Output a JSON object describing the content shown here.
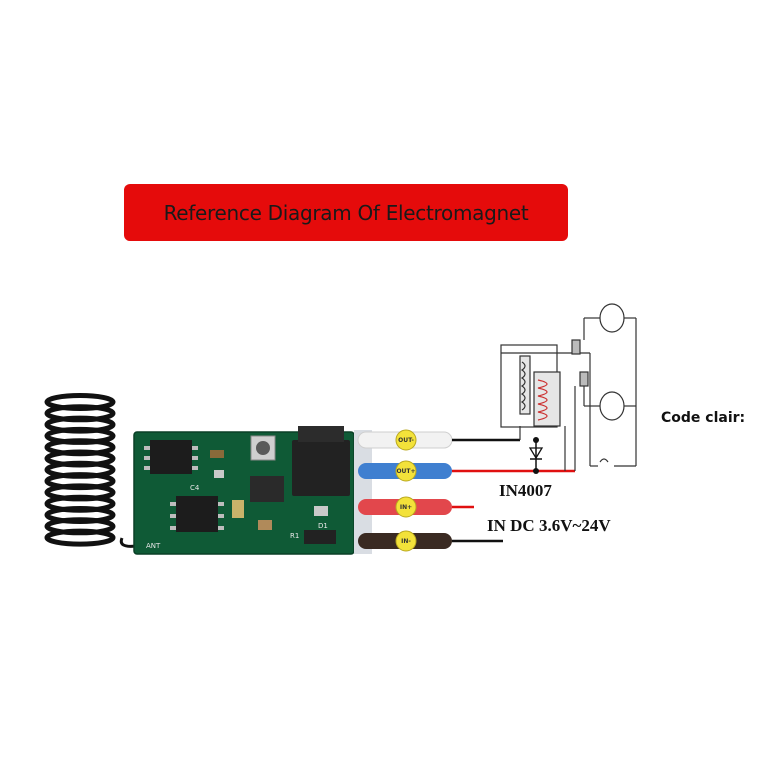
{
  "title": "Reference Diagram Of Electromagnet",
  "code_clair_label": "Code clair:",
  "diode_label": "IN4007",
  "power_label": "IN DC 3.6V~24V",
  "wire_tags": [
    "OUT-",
    "OUT+",
    "IN+",
    "IN-"
  ],
  "pcb_labels": {
    "antenna": "ANT",
    "cap": "C4",
    "resistor": "R1",
    "diode": "D1"
  },
  "colors": {
    "banner": "#e50b0b",
    "pcb": "#0f5a36",
    "wire_out_minus": "#f2f2f2",
    "wire_out_plus": "#3f7fd0",
    "wire_in_plus": "#e2474c",
    "wire_in_minus": "#3a2a22",
    "tag": "#f3e23a"
  }
}
